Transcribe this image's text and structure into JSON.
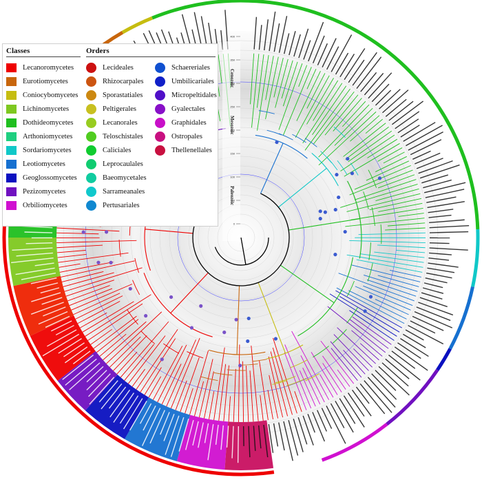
{
  "legend": {
    "classes_title": "Classes",
    "orders_title": "Orders",
    "classes": [
      {
        "label": "Lecanoromycetes",
        "color": "#ee0000"
      },
      {
        "label": "Eurotiomycetes",
        "color": "#c8660c"
      },
      {
        "label": "Coniocybomycetes",
        "color": "#c6bd10"
      },
      {
        "label": "Lichinomycetes",
        "color": "#7ec820"
      },
      {
        "label": "Dothideomycetes",
        "color": "#1fbf1f"
      },
      {
        "label": "Arthoniomycetes",
        "color": "#1fcf80"
      },
      {
        "label": "Sordariomycetes",
        "color": "#10c8c8"
      },
      {
        "label": "Leotiomycetes",
        "color": "#1670d0"
      },
      {
        "label": "Geoglossomycetes",
        "color": "#0a10c0"
      },
      {
        "label": "Pezizomycetes",
        "color": "#7010c0"
      },
      {
        "label": "Orbiliomycetes",
        "color": "#d010d0"
      }
    ],
    "orders_col1": [
      {
        "label": "Lecideales",
        "color": "#cc1111"
      },
      {
        "label": "Rhizocarpales",
        "color": "#cc5511"
      },
      {
        "label": "Sporastatiales",
        "color": "#cc8811"
      },
      {
        "label": "Peltigerales",
        "color": "#c8c020"
      },
      {
        "label": "Lecanorales",
        "color": "#98cc20"
      },
      {
        "label": "Teloschistales",
        "color": "#50cc20"
      },
      {
        "label": "Caliciales",
        "color": "#10cc30"
      },
      {
        "label": "Leprocaulales",
        "color": "#10cc70"
      },
      {
        "label": "Baeomycetales",
        "color": "#10cca0"
      },
      {
        "label": "Sarrameanales",
        "color": "#10c8cc"
      },
      {
        "label": "Pertusariales",
        "color": "#1088d0"
      }
    ],
    "orders_col2": [
      {
        "label": "Schaereriales",
        "color": "#1050d0"
      },
      {
        "label": "Umbilicariales",
        "color": "#1020c8"
      },
      {
        "label": "Micropeltidales",
        "color": "#5010c8"
      },
      {
        "label": "Gyalectales",
        "color": "#8810c8"
      },
      {
        "label": "Graphidales",
        "color": "#c810c8"
      },
      {
        "label": "Ostropales",
        "color": "#c81080"
      },
      {
        "label": "Thellenellales",
        "color": "#c81040"
      }
    ]
  },
  "eras": {
    "cenozoic": "Cenozoic",
    "mesozoic": "Mesozoic",
    "paleozoic": "Paleozoic"
  },
  "time_ticks": [
    "0",
    "50",
    "100",
    "150",
    "200",
    "250",
    "300",
    "350",
    "400"
  ],
  "outer_ring": [
    {
      "class": "Lecanoromycetes",
      "color": "#ee0000",
      "from_deg": 172,
      "to_deg": 296
    },
    {
      "class": "Pezizomycetes",
      "color": "#7010c0",
      "from_deg": 296,
      "to_deg": 304
    },
    {
      "class": "Orbiliomycetes",
      "color": "#d010d0",
      "from_deg": 304,
      "to_deg": 312
    },
    {
      "class": "Eurotiomycetes",
      "color": "#c8660c",
      "from_deg": 312,
      "to_deg": 330
    },
    {
      "class": "Coniocybomycetes",
      "color": "#c6bd10",
      "from_deg": 330,
      "to_deg": 338
    },
    {
      "class": "Dothideomycetes",
      "color": "#1fbf1f",
      "from_deg": 338,
      "to_deg": 448
    },
    {
      "class": "Sordariomycetes",
      "color": "#10c8c8",
      "from_deg": 448,
      "to_deg": 462
    },
    {
      "class": "Leotiomycetes",
      "color": "#1670d0",
      "from_deg": 462,
      "to_deg": 478
    },
    {
      "class": "Geoglossomycetes",
      "color": "#0a10c0",
      "from_deg": 478,
      "to_deg": 484
    },
    {
      "class": "Pezizomycetes",
      "color": "#7010c0",
      "from_deg": 484,
      "to_deg": 502
    },
    {
      "class": "Orbiliomycetes",
      "color": "#d010d0",
      "from_deg": 502,
      "to_deg": 520
    }
  ]
}
